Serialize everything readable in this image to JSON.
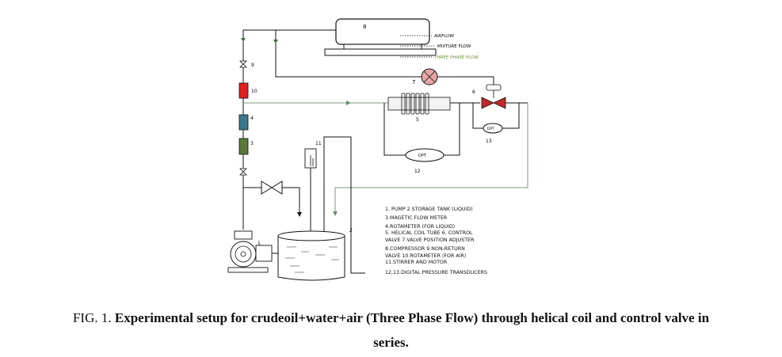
{
  "labels": {
    "n1": "1",
    "n2": "2",
    "n3": "3",
    "n4": "4",
    "n5": "5",
    "n6": "6",
    "n7": "7",
    "n8": "8",
    "n9": "9",
    "n10": "10",
    "n11": "11",
    "n12": "12",
    "n13": "13",
    "dpt_a": "DPT",
    "dpt_b": "DPT"
  },
  "flow_legend": {
    "air": "AIRFLOW",
    "mixture": "MIXTURE FLOW",
    "three_phase": "THREE PHASE FLOW"
  },
  "legend": [
    "1. PUMP 2.STORAGE TANK (LIQUID)",
    "3.MAGETIC FLOW METER",
    "4.ROTAMETER (FOR LIQUID)",
    "5. HELICAL COIL TUBE 6. CONTROL",
    "VALVE 7.VALVE POSITION ADJUSTER",
    "8.COMPRESSOR 9.NON-RETURN",
    "VALVE 10.ROTAMETER (FOR AIR)",
    "11.STIRRER AND MOTOR",
    "12,13.DIGITAL PRESSURE TRANSDUCERS"
  ],
  "caption": {
    "prefix": "FIG. 1.",
    "bold_line1": "Experimental setup for crudeoil+water+air (Three Phase Flow) through helical coil and control valve in",
    "bold_line2": "series."
  },
  "colors": {
    "line": "#111111",
    "air_line": "#7a9a7a",
    "rotameter_air": "#e0201c",
    "rotameter_liquid": "#3a7a8c",
    "flow_meter": "#5a7a3a",
    "valve_red": "#c0282a",
    "adjuster": "#e6a6a6",
    "three_phase_text": "#6f8f2f"
  }
}
